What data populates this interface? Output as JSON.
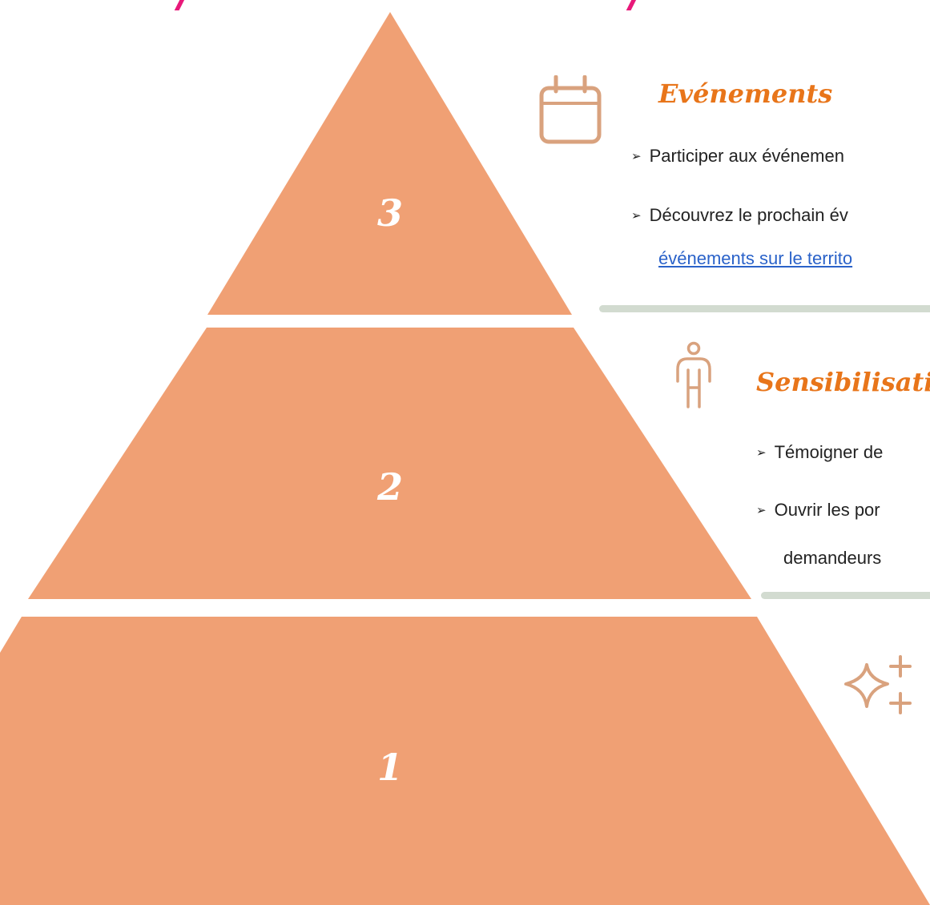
{
  "heading": {
    "fragment_left": "/",
    "fragment_right": "/",
    "color": "#e8197a"
  },
  "pyramid": {
    "fill_color": "#f0a074",
    "levels": [
      {
        "number": "3"
      },
      {
        "number": "2"
      },
      {
        "number": "1"
      }
    ]
  },
  "sections": {
    "events": {
      "icon": "calendar-icon",
      "title": "Evénements",
      "bullet_1": "Participer aux événemen",
      "bullet_2": "Découvrez le prochain év",
      "link_text": "événements sur le territo"
    },
    "awareness": {
      "icon": "person-icon",
      "title": "Sensibilisati",
      "bullet_1": "Témoigner de",
      "bullet_2": "Ouvrir les por",
      "bullet_2_cont": "demandeurs"
    },
    "third": {
      "icon": "sparkle-icon"
    }
  },
  "colors": {
    "section_title": "#e8751a",
    "icon_stroke": "#d9a27e",
    "divider": "#d2dbd0",
    "link": "#2a62c9"
  }
}
